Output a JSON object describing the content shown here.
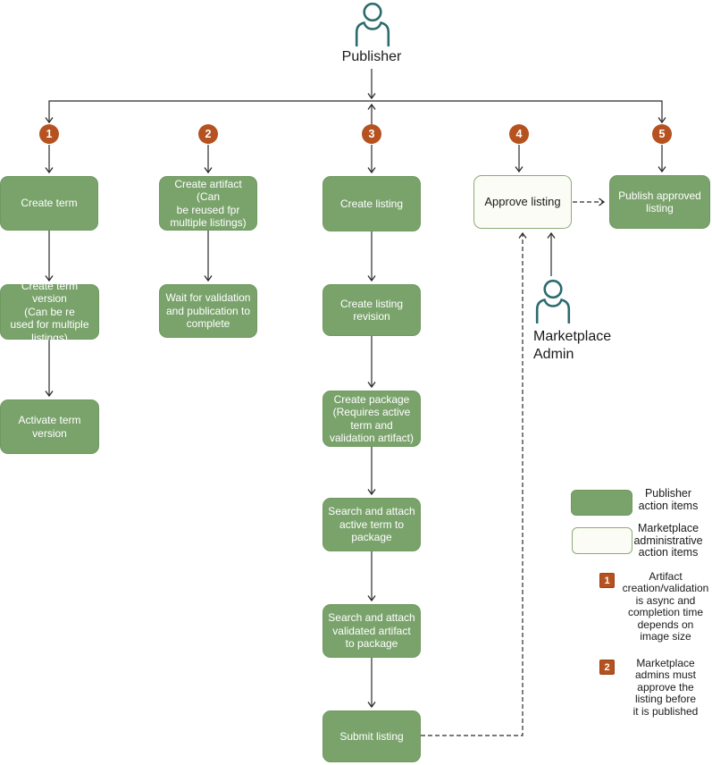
{
  "palette": {
    "green": "#7aa36c",
    "green_border": "#6f9960",
    "orange": "#b5521f",
    "teal": "#2c6b6e",
    "line": "#2b2b2b",
    "text": "#1a1a1a",
    "node_text": "#ffffff",
    "admin_fill": "#fcfcf6",
    "admin_border": "#8cab77"
  },
  "actors": {
    "publisher": "Publisher",
    "marketplace_admin": "Marketplace\nAdmin"
  },
  "steps": [
    "1",
    "2",
    "3",
    "4",
    "5"
  ],
  "nodes": {
    "create_term": "Create term",
    "create_term_version": "Create term version\n(Can be re\nused for multiple\nlistings)",
    "activate_term_version": "Activate term\nversion",
    "create_artifact": "Create artifact (Can\nbe reused fpr\nmultiple listings)",
    "wait_validation": "Wait for validation\nand publication to\ncomplete",
    "create_listing": "Create listing",
    "create_listing_revision": "Create listing\nrevision",
    "create_package": "Create package\n(Requires active\nterm and\nvalidation artifact)",
    "search_active_term": "Search and attach\nactive term to\npackage",
    "search_validated_artifact": "Search and attach\nvalidated artifact\nto package",
    "submit_listing": "Submit listing",
    "approve_listing": "Approve listing",
    "publish_listing": "Publish approved\nlisting"
  },
  "legend": {
    "publisher_swatch_label": "Publisher\naction items",
    "admin_swatch_label": "Marketplace\nadministrative\naction items",
    "notes": [
      {
        "num": "1",
        "text": "Artifact\ncreation/validation\nis async and\ncompletion time\ndepends on\nimage size"
      },
      {
        "num": "2",
        "text": "Marketplace\nadmins must\napprove the\nlisting before\nit is published"
      }
    ]
  }
}
